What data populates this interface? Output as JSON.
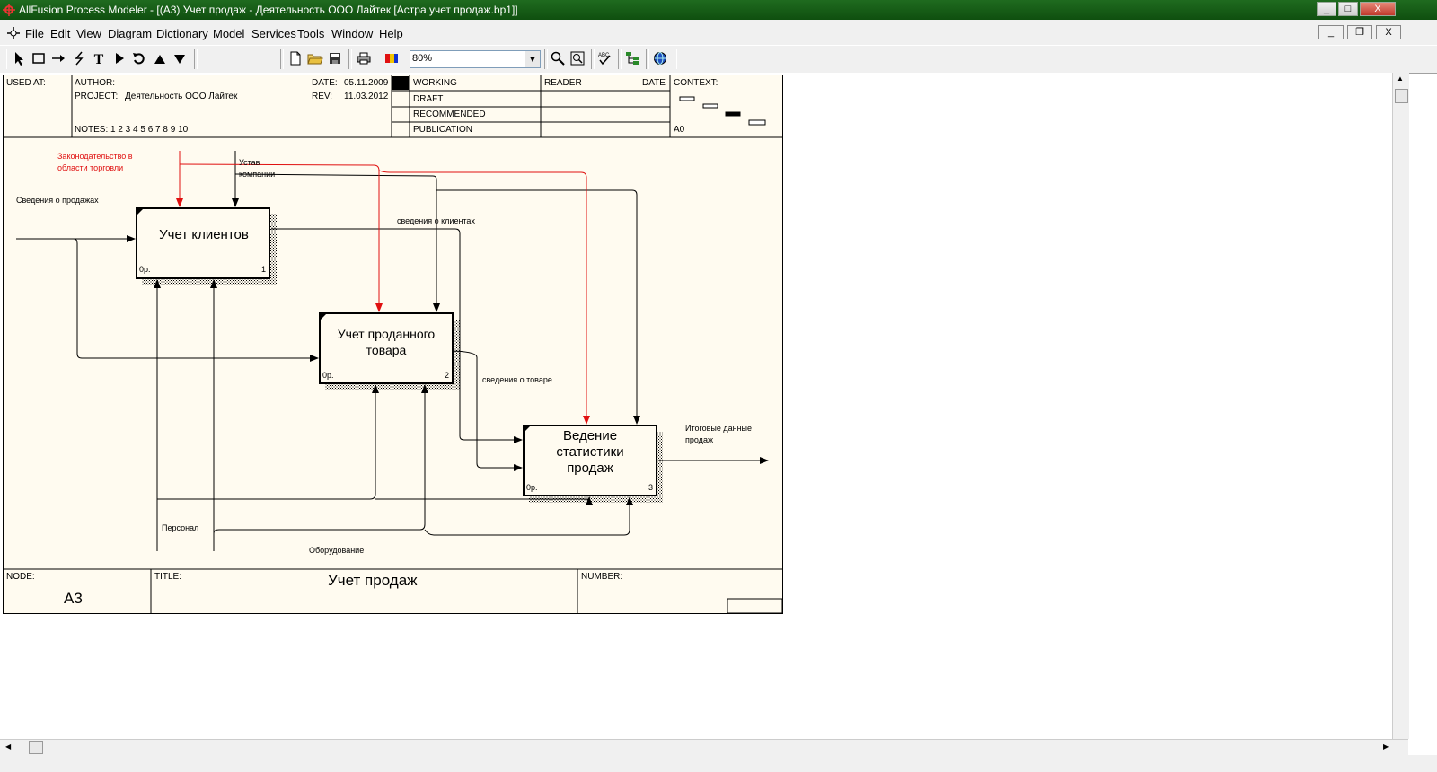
{
  "window": {
    "title": "AllFusion Process Modeler - [(A3) Учет  продаж - Деятельность ООО Лайтек  [Астра учет продаж.bp1]]",
    "controls": [
      "_",
      "□",
      "X"
    ]
  },
  "menu": [
    "File",
    "Edit",
    "View",
    "Diagram",
    "Dictionary",
    "Model",
    "Services",
    "Tools",
    "Window",
    "Help"
  ],
  "mdi_controls": [
    "_",
    "❐",
    "X"
  ],
  "toolbar": {
    "zoom": "80%"
  },
  "header": {
    "used_at": "USED AT:",
    "author": "AUTHOR:",
    "project_label": "PROJECT:",
    "project": "Деятельность ООО Лайтек",
    "date_label": "DATE:",
    "date": "05.11.2009",
    "rev_label": "REV:",
    "rev": "11.03.2012",
    "notes": "NOTES:  1  2  3  4  5  6  7  8  9  10",
    "status": [
      "WORKING",
      "DRAFT",
      "RECOMMENDED",
      "PUBLICATION"
    ],
    "reader": "READER",
    "reader_date": "DATE",
    "context": "CONTEXT:",
    "context_node": "A0"
  },
  "boxes": [
    {
      "title": "Учет клиентов",
      "cost": "0р.",
      "num": "1"
    },
    {
      "title": "Учет проданного товара",
      "cost": "0р.",
      "num": "2"
    },
    {
      "title": "Ведение статистики продаж",
      "cost": "0р.",
      "num": "3"
    }
  ],
  "arrows": {
    "law": "Законодательство в области торговли",
    "charter": "Устав компании",
    "sales_info": "Сведения о продажах",
    "client_info": "сведения о клиентах",
    "goods_info": "сведения о товаре",
    "totals": "Итоговые данные продаж",
    "staff": "Персонал",
    "equipment": "Оборудование"
  },
  "footer": {
    "node_label": "NODE:",
    "node": "A3",
    "title_label": "TITLE:",
    "title": "Учет  продаж",
    "number_label": "NUMBER:"
  },
  "colors": {
    "control": "#000000",
    "law": "#e01010",
    "sheet": "#fffbf0",
    "titlebar": "#1f6b1f"
  }
}
